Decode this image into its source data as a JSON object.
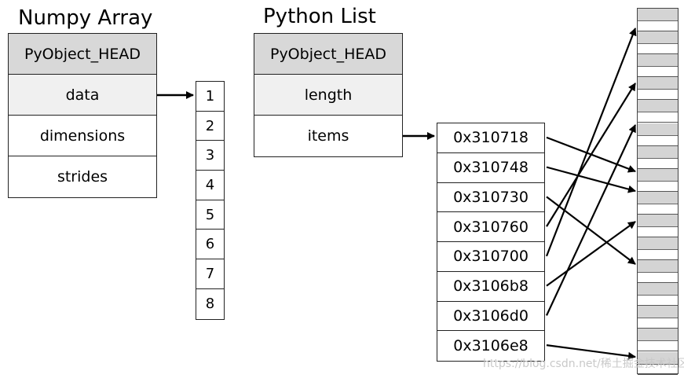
{
  "numpy": {
    "title": "Numpy Array",
    "fields": [
      "PyObject_HEAD",
      "data",
      "dimensions",
      "strides"
    ],
    "values": [
      "1",
      "2",
      "3",
      "4",
      "5",
      "6",
      "7",
      "8"
    ]
  },
  "pylist": {
    "title": "Python List",
    "fields": [
      "PyObject_HEAD",
      "length",
      "items"
    ],
    "pointers": [
      "0x310718",
      "0x310748",
      "0x310730",
      "0x310760",
      "0x310700",
      "0x3106b8",
      "0x3106d0",
      "0x3106e8"
    ]
  },
  "watermark": "https://blog.csdn.net/稀土掘金技术社区"
}
